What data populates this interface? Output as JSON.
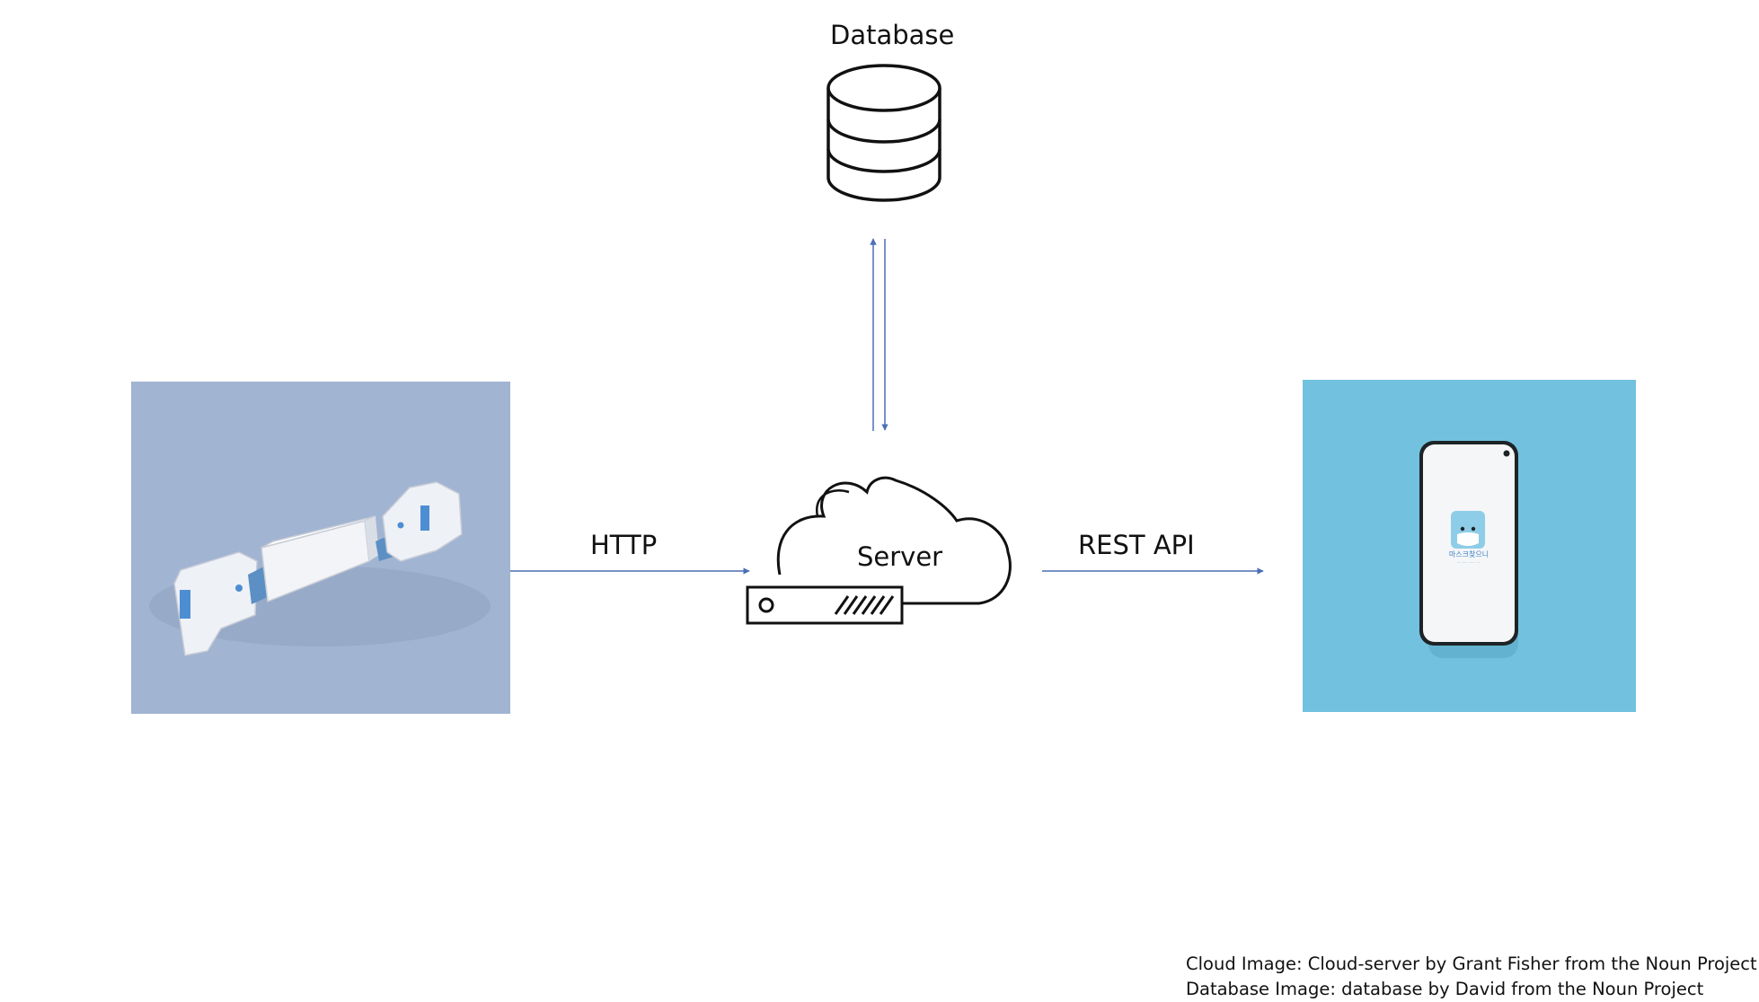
{
  "nodes": {
    "database": {
      "label": "Database"
    },
    "server": {
      "label": "Server"
    }
  },
  "edges": {
    "device_to_server": {
      "label": "HTTP"
    },
    "server_to_app": {
      "label": "REST API"
    }
  },
  "phone_app": {
    "app_name": "마스크찾으니",
    "tagline": "·· ···· ···· ···"
  },
  "credits": {
    "line1": "Cloud Image: Cloud-server by Grant Fisher from the Noun Project",
    "line2": "Database Image: database by David from the Noun Project"
  },
  "colors": {
    "arrow": "#4a6fb5",
    "device_photo_bg": "#a1b4d2",
    "phone_photo_bg": "#72c2df",
    "app_icon": "#8ecde8",
    "app_name": "#3a7fc4"
  }
}
